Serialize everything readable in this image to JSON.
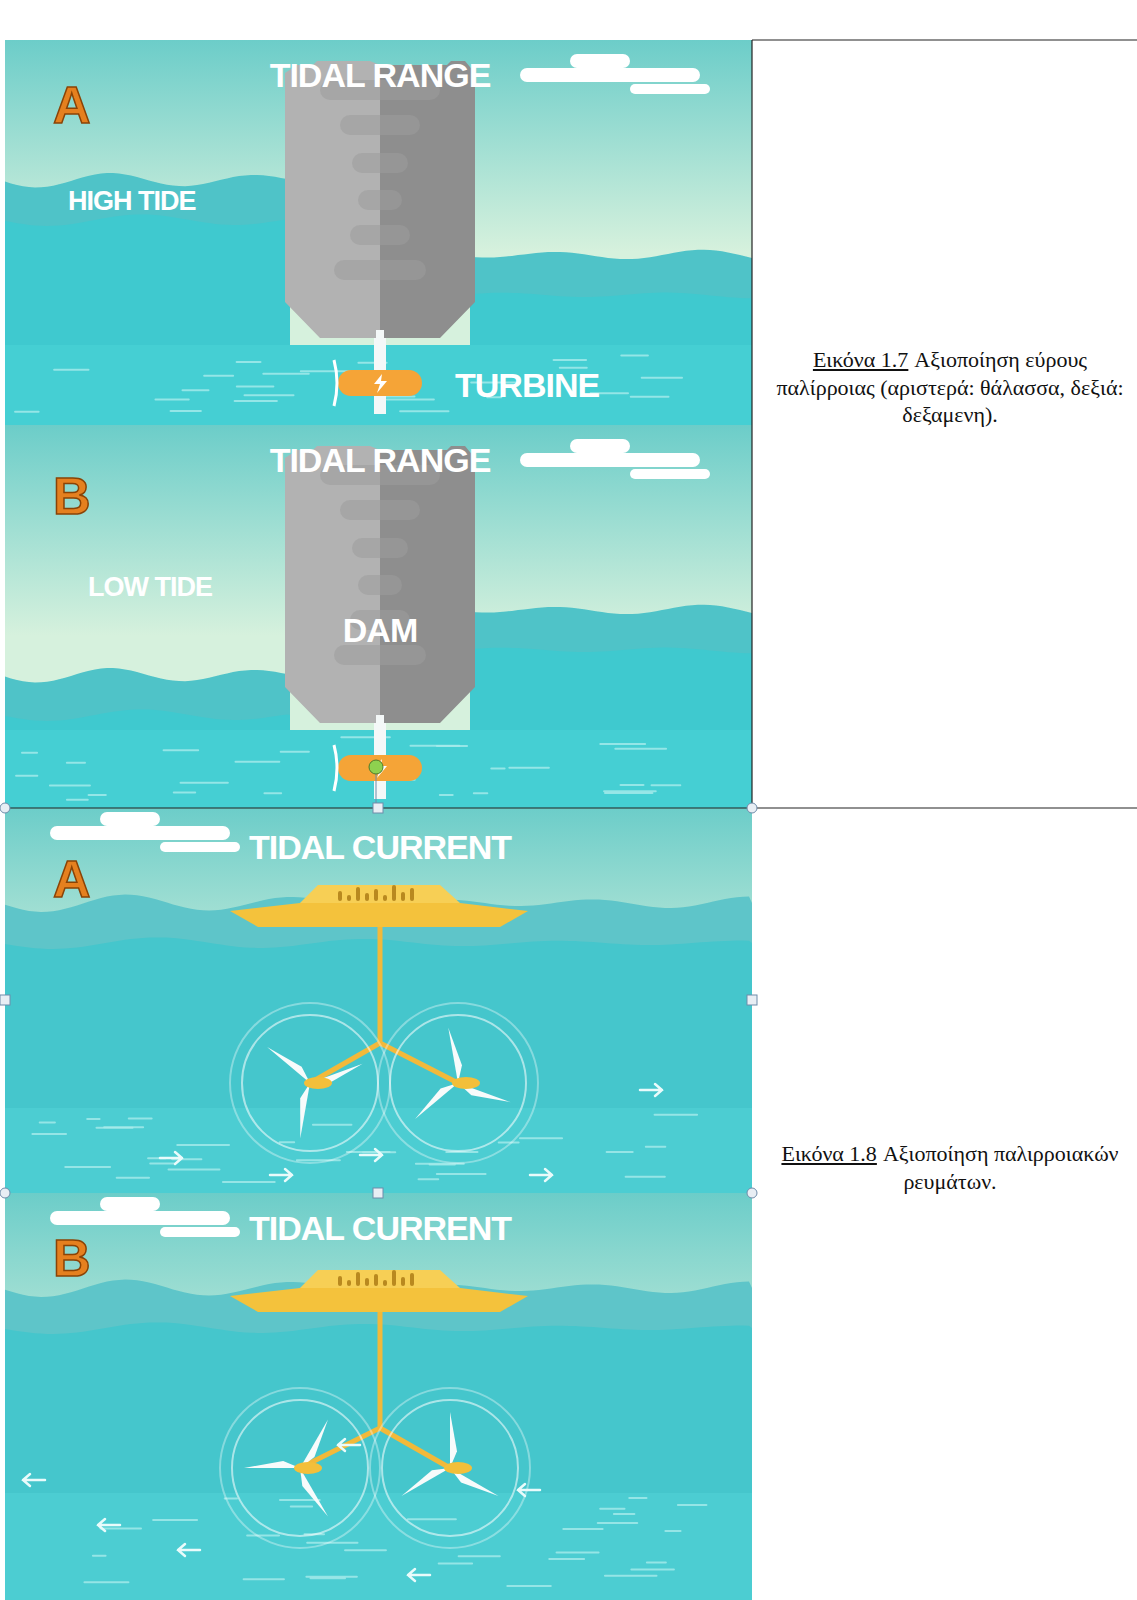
{
  "diagram": {
    "nodes": [
      {
        "text": [
          "A",
          "TIDAL RANGE",
          "HIGH TIDE",
          "TURBINE"
        ]
      },
      {
        "text": [
          "B",
          "TIDAL RANGE",
          "LOW TIDE"
        ]
      },
      {
        "text": [
          "DAM"
        ],
        "in": 1
      },
      {
        "text": [
          "A",
          "TIDAL CURRENT"
        ]
      },
      {
        "text": [
          "B",
          "TIDAL CURRENT"
        ]
      }
    ],
    "labels": [
      "Εικόνα 1.7",
      "Αξιοποίηση εύρους παλίρροιας (αριστερά: θάλασσα, δεξιά: δεξαμενη).",
      "Εικόνα 1.8",
      "Αξιοποίηση παλιρροιακών ρευμάτων."
    ]
  }
}
